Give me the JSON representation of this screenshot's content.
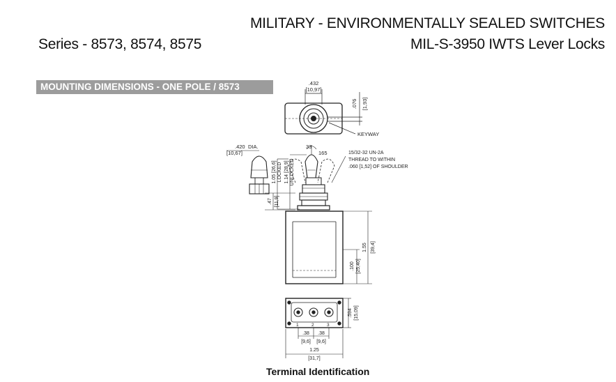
{
  "header": {
    "title_line1": "MILITARY - ENVIRONMENTALLY SEALED SWITCHES",
    "title_line2": "MIL-S-3950 IWTS Lever Locks",
    "series": "Series - 8573, 8574, 8575"
  },
  "section": {
    "heading": "MOUNTING DIMENSIONS - ONE POLE / 8573"
  },
  "drawing": {
    "top_width": ".432",
    "top_width_mm": "[10,97]",
    "keyway_dim": ".076",
    "keyway_dim_mm": "[1,93]",
    "keyway_label": "KEYWAY",
    "tip_dia": ".420",
    "tip_dia_label": "DIA.",
    "tip_dia_mm": "[10,67]",
    "angle_33": "33",
    "angle_165": "165",
    "thread_line1": "15/32-32 UN-2A",
    "thread_line2": "THREAD TO WITHIN",
    "thread_line3": ".060 [1,52] OF SHOULDER",
    "locked_dim": "1.05 [26,6]",
    "locked_label": "LOCKED",
    "unlocked_dim": "1.14 [28,9]",
    "unlocked_label": "UNLOCKED",
    "bush_dim": ".47",
    "bush_dim_mm": "[11,9]",
    "body_height": "1.55",
    "body_height_mm": "[39,4]",
    "case_height": ".100",
    "case_height_mm": "[25,40]",
    "term_height": ".594",
    "term_height_mm": "[15,09]",
    "spacing1": ".38",
    "spacing1_mm": "[9,6]",
    "spacing2": ".38",
    "spacing2_mm": "[9,6]",
    "overall_width": "1.25",
    "overall_width_mm": "[31,7]",
    "term1": "1",
    "term2": "2",
    "term3": "3"
  },
  "caption": "Terminal Identification"
}
